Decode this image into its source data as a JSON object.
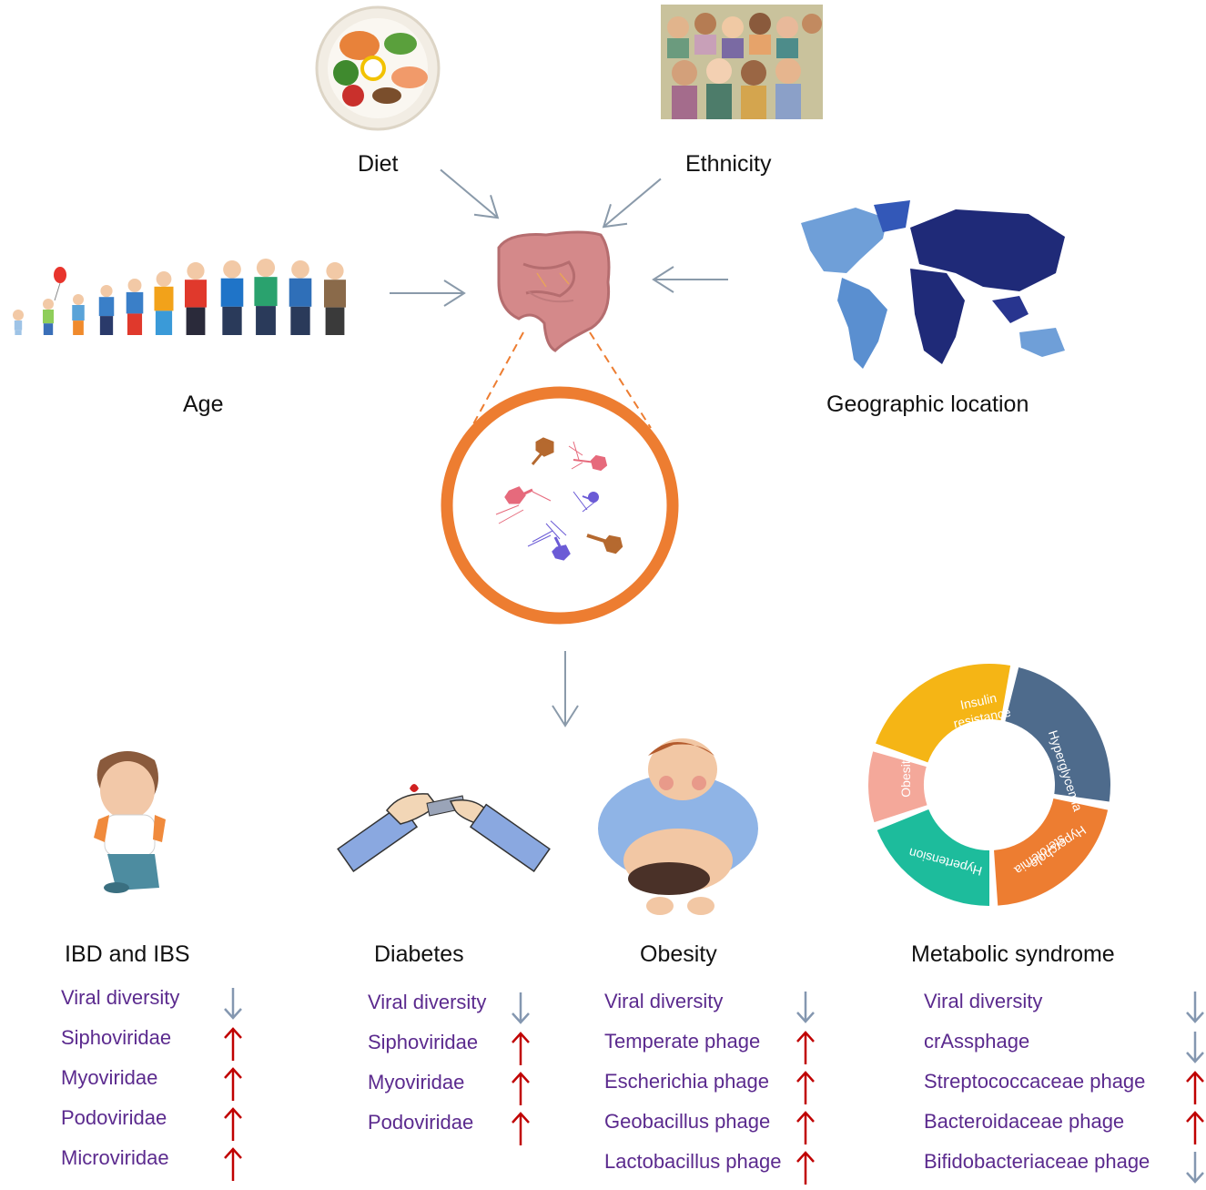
{
  "factors": {
    "diet": "Diet",
    "ethnicity": "Ethnicity",
    "age": "Age",
    "geographic_location": "Geographic location"
  },
  "colors": {
    "up_arrow": "#c00000",
    "down_arrow": "#8497b0",
    "list_text": "#5b2a8e",
    "lens_ring": "#ed7d31",
    "gut": "#d4898a",
    "world_dark": "#1f2a78",
    "world_light": "#6f9fd8"
  },
  "metabolic_ring": {
    "insulin_resistance": [
      "Insulin",
      "resistance"
    ],
    "hyperglycemia": "Hyperglycemia",
    "hypercholesterolemia": [
      "Hypercholе-",
      "sterolemia"
    ],
    "hypertension": "Hypertension",
    "obesity": "Obesity"
  },
  "diseases": [
    {
      "title": "IBD and IBS",
      "items": [
        {
          "label": "Viral diversity",
          "trend": "down"
        },
        {
          "label": "Siphoviridae",
          "trend": "up"
        },
        {
          "label": "Myoviridae",
          "trend": "up"
        },
        {
          "label": "Podoviridae",
          "trend": "up"
        },
        {
          "label": "Microviridae",
          "trend": "up"
        }
      ]
    },
    {
      "title": "Diabetes",
      "items": [
        {
          "label": "Viral diversity",
          "trend": "down"
        },
        {
          "label": "Siphoviridae",
          "trend": "up"
        },
        {
          "label": "Myoviridae",
          "trend": "up"
        },
        {
          "label": "Podoviridae",
          "trend": "up"
        }
      ]
    },
    {
      "title": "Obesity",
      "items": [
        {
          "label": "Viral diversity",
          "trend": "down"
        },
        {
          "label": "Temperate phage",
          "trend": "up"
        },
        {
          "label": "Escherichia phage",
          "trend": "up"
        },
        {
          "label": "Geobacillus phage",
          "trend": "up"
        },
        {
          "label": "Lactobacillus phage",
          "trend": "up"
        }
      ]
    },
    {
      "title": "Metabolic syndrome",
      "items": [
        {
          "label": "Viral diversity",
          "trend": "down"
        },
        {
          "label": "crAssphage",
          "trend": "down"
        },
        {
          "label": "Streptococcaceae phage",
          "trend": "up"
        },
        {
          "label": "Bacteroidaceae phage",
          "trend": "up"
        },
        {
          "label": "Bifidobacteriaceae phage",
          "trend": "down"
        }
      ]
    }
  ]
}
